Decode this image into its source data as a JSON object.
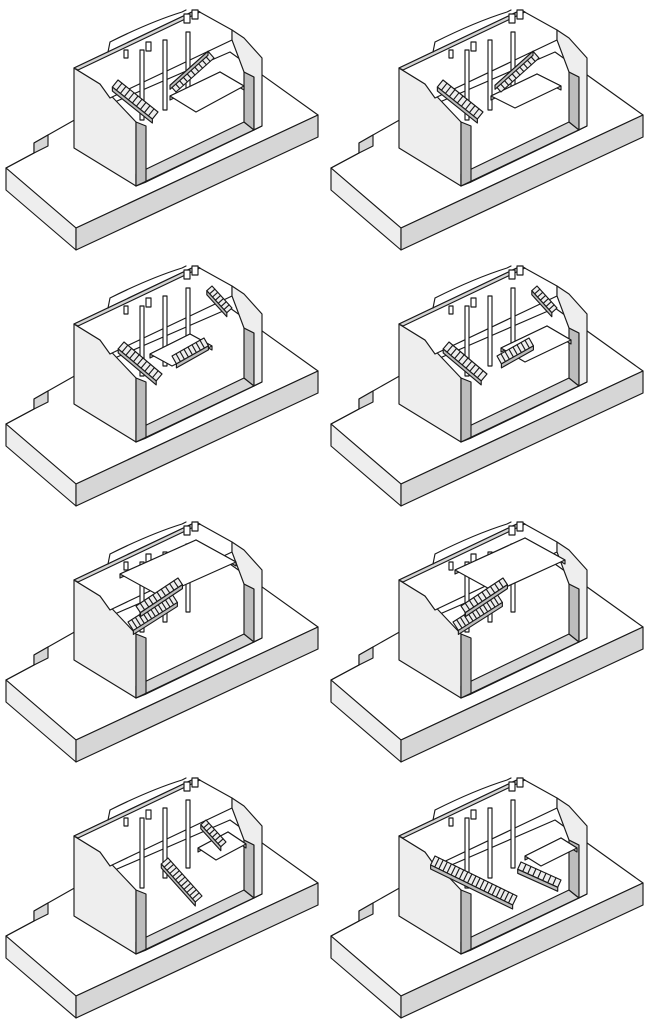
{
  "figure": {
    "grid": {
      "rows": 4,
      "columns": 2
    },
    "panels": [
      {
        "id": "variant-1",
        "stair": "two-flights-converging",
        "mezzanine": "right"
      },
      {
        "id": "variant-2",
        "stair": "two-flights-converging",
        "mezzanine": "right-small"
      },
      {
        "id": "variant-3",
        "stair": "two-flights-crossing",
        "mezzanine": "center"
      },
      {
        "id": "variant-4",
        "stair": "two-flights-crossing",
        "mezzanine": "center-right"
      },
      {
        "id": "variant-5",
        "stair": "straight-switchback",
        "mezzanine": "upper-left"
      },
      {
        "id": "variant-6",
        "stair": "straight-switchback",
        "mezzanine": "upper-center"
      },
      {
        "id": "variant-7",
        "stair": "single-diagonal-flight",
        "mezzanine": "upper-right"
      },
      {
        "id": "variant-8",
        "stair": "long-diagonal-flight",
        "mezzanine": "upper-right"
      }
    ],
    "colors": {
      "line": "#1a1a1a",
      "wall_light": "#eeeeee",
      "wall_mid": "#d6d6d6",
      "wall_dark": "#bdbdbd",
      "background": "#ffffff"
    }
  }
}
